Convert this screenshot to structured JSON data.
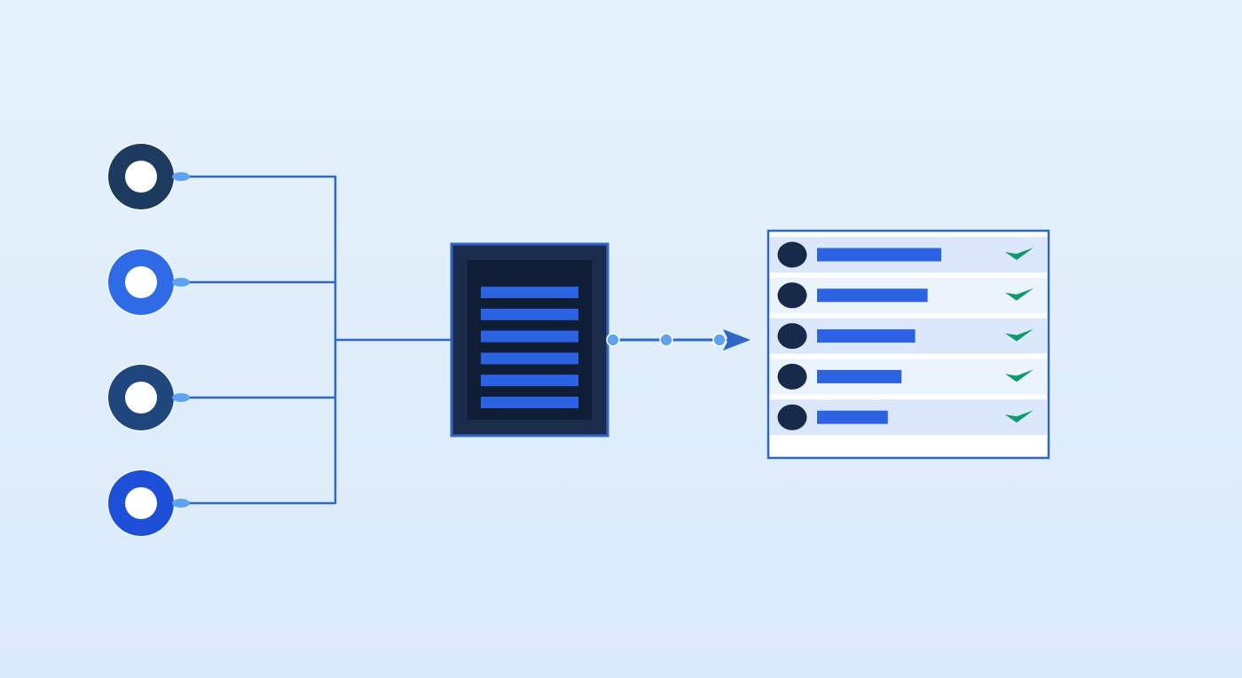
{
  "colors": {
    "background_top": "#e5f2fc",
    "background_bottom": "#dbeafa",
    "connector": "#2f67c8",
    "connector_dot": "#5ea2f0",
    "source_node_colors": [
      "#1d3a5f",
      "#2f6be6",
      "#1f477d",
      "#1e4fd8"
    ],
    "document_frame": "#1b2b4b",
    "document_inner": "#101d36",
    "document_line": "#2c63e2",
    "list_border": "#2f67c8",
    "list_row_even": "#dbe8fb",
    "list_row_odd": "#ebf3fd",
    "list_avatar": "#172a4a",
    "list_bar": "#2c63e2",
    "check": "#0f9a6c"
  },
  "diagram": {
    "source_nodes": [
      {
        "icon": "ring-node"
      },
      {
        "icon": "ring-node"
      },
      {
        "icon": "ring-node"
      },
      {
        "icon": "ring-node"
      }
    ],
    "document": {
      "icon": "document-icon",
      "line_count": 6
    },
    "flow_arrow": {
      "icon": "arrow-right-icon",
      "dot_count": 3
    },
    "result_list": {
      "rows": [
        {
          "bar_fraction": 1.0,
          "status": "check-icon"
        },
        {
          "bar_fraction": 0.89,
          "status": "check-icon"
        },
        {
          "bar_fraction": 0.79,
          "status": "check-icon"
        },
        {
          "bar_fraction": 0.68,
          "status": "check-icon"
        },
        {
          "bar_fraction": 0.57,
          "status": "check-icon"
        }
      ]
    }
  }
}
